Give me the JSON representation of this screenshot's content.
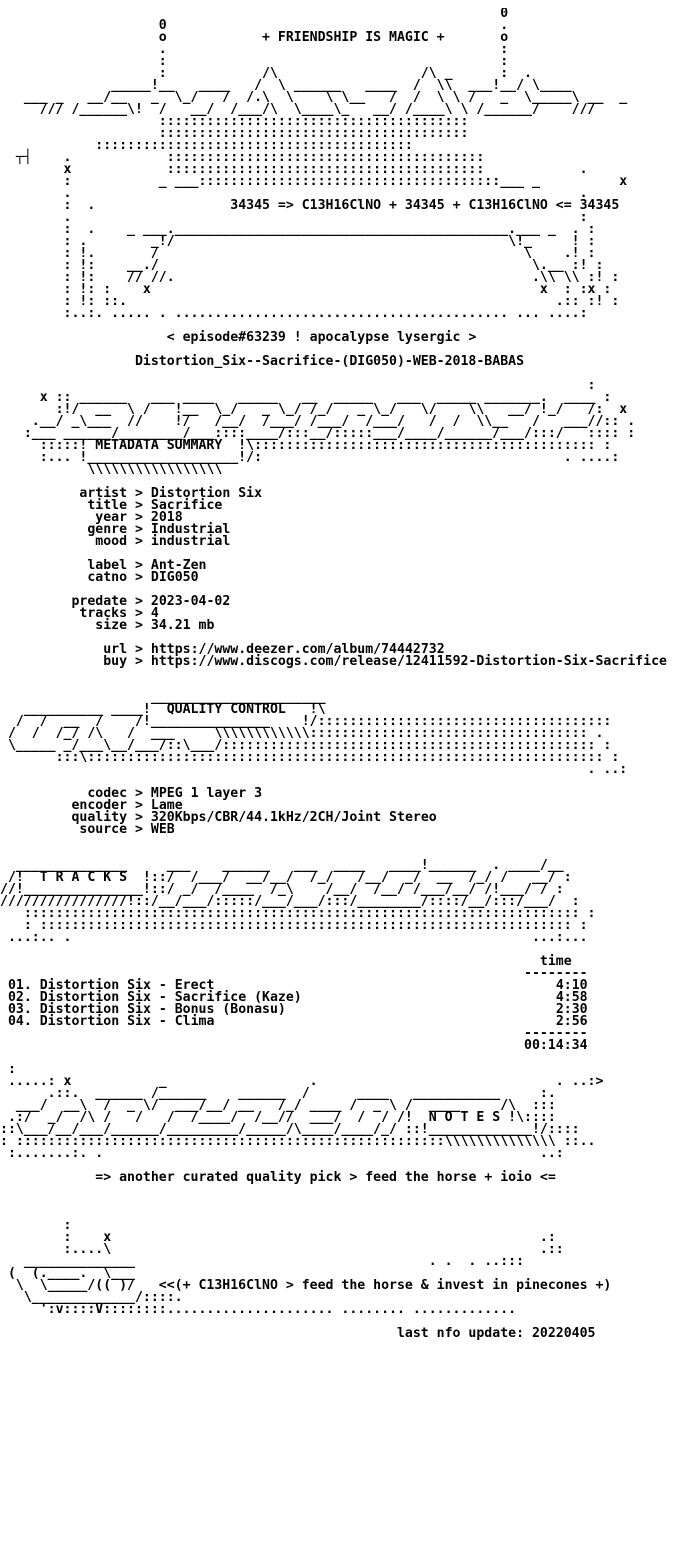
{
  "art": {
    "header": "                                                               0\n                    0                                          .\n                    o            + FRIENDSHIP IS MAGIC +       o\n                    .                                          :\n                    :                                          :\n                    :            /\\                  /\\ _      :  .\n              _____!__   ____   /  \\ ______   ____  /  \\\\  ___!__/ \\____\n   ___ _   __/__   _  \\_/   /  /.\\  \\    \\ \\__   /  /  \\ \\ /   _  \\_____\\ __  _\n     /// /______\\!  /   __/  /___/\\  \\____\\_   __/ /____\\ \\ /______/    ///\n                    :::::::::::::::::::::::::::::::::::::::\n                    :::::::::::::::::::::::::::::::::::::::\n",
    "header_pre_title_gap": "",
    "episode_line": "                     < episode#63239 ! apocalypse lysergic >",
    "release_name": "                 Distortion_Six--Sacrifice-(DIG050)-WEB-2018-BABAS",
    "meta_banner": "                                                                          :\n     x :: ______   ___ ____   _____   __  _____   ___  _____ _______.  ____ :\n       :!/  __  \\ /   !__  \\_/   _ \\_/ /_/   _ \\_/   \\/    \\\\   __/ !_/   /:  x\n    .__/ _\\___  //    !/   /__/  /___/ /___/  /___/   /  /  \\\\__   /   ___//:: .\n   :___ ______/________/___::::____/:::__/:::::___/____/______/___/:::/   :::: :\n     :::::! METADATA SUMMARY  !\\::::::::::::::::::::::::::::::::::::::::::: :\n     :... !___________________!/:                                      . ....:\n           \\\\\\\\\\\\\\\\\\\\\\\\\\\\\\\\\\",
    "qc_banner": "                   ______________________\n   __________ ____!  QUALITY CONTROL   !\\\n  /  /  __  /    /!_______________    !/:::::::::::::::::::::::::::::::::::::\n /  /  /_/ /\\   /  ___     \\\\\\\\\\\\\\\\\\\\\\\\::::::::::::::::::::::::::::::::::: .\n \\_____ _/___\\__/___/::\\___/::::::::::::::::::::::::::::::::::::::::::::::: :\n       :::\\::::::::::::::::::::::::::::::::::::::::::::::::::::::::::::::::: :\n                                                                          . ..:",
    "tracks_banner": "  ______________     ___    ______   ___  ____   ____!______  . ____/__\n /!  T R A C K S  !::/  /___/  __/__/  /_/   /__/  _/  __  /_/ /   __/ :\n//!_______________!::/ _/  /____  /_\\    /__/  /__/ /___/__/ /!___/ / :\n////////////////!::/__/___/:::::/___/___/:::/________/::::/__/:::/___/  :\n   :::::::::::::::::::::::::::::::::::::::::::::::::::::::::::::::::::::: :\n   : ::::::::::::::::::::::::::::::::::::::::::::::::::::::::::::::::::: :\n ...:.. .                                                          ...:...",
    "notes_banner": " :\n .....: x           _                  .                              . ..:>\n      .::.  ______ /______    ______  /      ____   ___________     :.\n  ___/  __\\  /  _ \\/  ___/__/ __   /_/ ____ /  _ \\ /  ____     /\\  :::\n .:/  _/  /\\ /   /   /  /____/  /__//  ___/  /  / /!  N O T E S !\\::::\n::\\___/__/___/______/_________/_____/\\____/____/_/ ::!_____________!/::::\n: ::::::::::::::::::::::::::::::::::::::::::::::::::::::\\\\\\\\\\\\\\\\\\\\\\\\\\\\ ::..\n :.......:. .                                                       ..:",
    "footer_art": "        :\n        :    x                                                      .:\n        :....\\                                                      .::\n   ______________                                     . .  . ..:::\n (  (.____.  \\___\n  \\  \\_____/(( )/   <<(+ C13H16ClNO > feed the horse & invest in pinecones +)\n   \\_____________/::::.\n     ':v::::V::::::::..................... ........ .............",
    "last_update": "                                                  last nfo update: 20220405"
  },
  "header_art": {
    "formula_line": "             34345 => C13H16ClNO + 34345 + C13H16ClNO <= 34345"
  },
  "metadata": {
    "artist_label": "artist",
    "artist": "Distortion Six",
    "title_label": "title",
    "title": "Sacrifice",
    "year_label": "year",
    "year": "2018",
    "genre_label": "genre",
    "genre": "Industrial",
    "mood_label": "mood",
    "mood": "industrial",
    "label_label": "label",
    "label": "Ant-Zen",
    "catno_label": "catno",
    "catno": "DIG050",
    "predate_label": "predate",
    "predate": "2023-04-02",
    "tracks_label": "tracks",
    "tracks": "4",
    "size_label": "size",
    "size": "34.21 mb",
    "url_label": "url",
    "url": "https://www.deezer.com/album/74442732",
    "buy_label": "buy",
    "buy": "https://www.discogs.com/release/12411592-Distortion-Six-Sacrifice"
  },
  "quality": {
    "codec_label": "codec",
    "codec": "MPEG 1 layer 3",
    "encoder_label": "encoder",
    "encoder": "Lame",
    "quality_label": "quality",
    "quality": "320Kbps/CBR/44.1kHz/2CH/Joint Stereo",
    "source_label": "source",
    "source": "WEB"
  },
  "tracklist": {
    "time_header": "time",
    "tracks": [
      {
        "num": "01.",
        "title": "Distortion Six - Erect",
        "time": "4:10"
      },
      {
        "num": "02.",
        "title": "Distortion Six - Sacrifice (Kaze)",
        "time": "4:58"
      },
      {
        "num": "03.",
        "title": "Distortion Six - Bonus (Bonasu)",
        "time": "2:30"
      },
      {
        "num": "04.",
        "title": "Distortion Six - Clima",
        "time": "2:56"
      }
    ],
    "total": "00:14:34"
  },
  "notes": {
    "text": "=> another curated quality pick > feed the horse + ioio <="
  }
}
